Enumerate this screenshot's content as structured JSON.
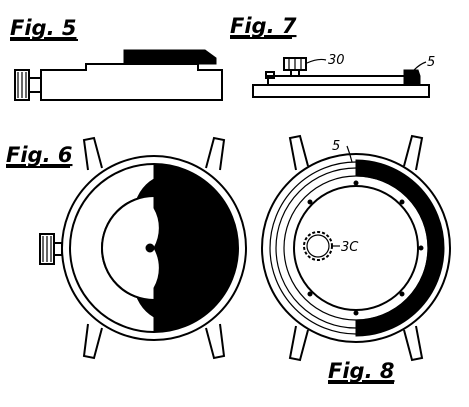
{
  "figures": {
    "fig5": {
      "label": "Fig. 5"
    },
    "fig6": {
      "label": "Fig. 6"
    },
    "fig7": {
      "label": "Fig. 7",
      "ref_crown": "30",
      "ref_marker": "5"
    },
    "fig8": {
      "label": "Fig. 8",
      "ref_marker": "5",
      "ref_wheel": "3C"
    }
  },
  "colors": {
    "ink": "#000000",
    "paper": "#ffffff"
  }
}
